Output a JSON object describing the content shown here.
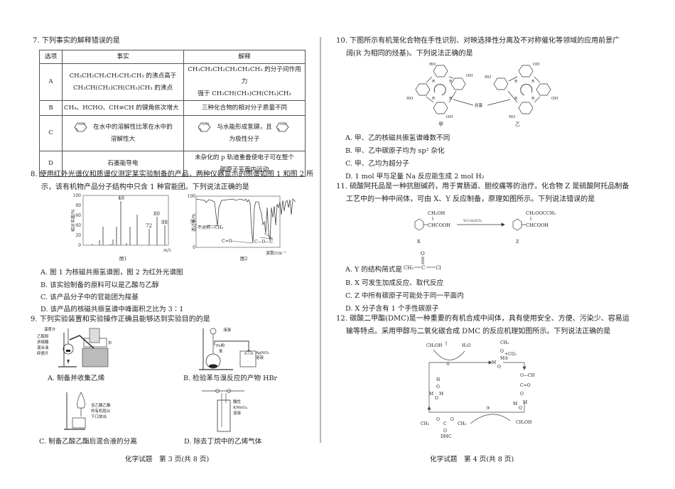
{
  "left_page": {
    "q7": {
      "stem": "7. 下列事实的解释错误的是",
      "table": {
        "headers": [
          "选项",
          "事实",
          "解释"
        ],
        "rows": [
          {
            "option": "A",
            "fact": [
              "CH₃CH₂CH₂CH₂CH₂CH₃ 的沸点高于",
              "CH₃CH(CH₃)CH(CH₃)CH₃ 的沸点"
            ],
            "explanation": [
              "CH₃CH₂CH₂CH₂CH₂CH₃ 的分子间作用力",
              "强于 CH₃CH(CH₃)CH(CH₃)CH₃"
            ]
          },
          {
            "option": "B",
            "fact": [
              "CH₄、HCHO、CH≡CH 的键角依次增大"
            ],
            "explanation": [
              "三种化合物的相对分子质量不同"
            ]
          },
          {
            "option": "C",
            "fact": [
              "在水中的溶解性比苯在水中的",
              "溶解性大"
            ],
            "explanation": [
              "与水能形成氢键，且",
              "为极性分子"
            ]
          },
          {
            "option": "D",
            "fact": [
              "石墨能导电"
            ],
            "explanation": [
              "未杂化的 p 轨道重叠使电子可在整个",
              "碳原子平面内运动"
            ]
          }
        ]
      }
    },
    "q8": {
      "stem_line1": "8. 使用红外光谱仪和质谱仪测定某实验制备的产品，两种仪器显示的图谱如图 1 和图 2 所",
      "stem_line2": "示，该有机物产品分子结构中只含 1 种官能团。下列说法正确的是",
      "options": [
        "A. 图 1 为核磁共振氢谱图，图 2 为红外光谱图",
        "B. 该实验制备的原料可以是乙酸与乙醇",
        "C. 该产品分子中的官能团为羧基",
        "D. 该产品的核磁共振氢谱中峰面积之比为 3∶1"
      ]
    },
    "q9": {
      "stem": "9. 下列实验装置和实验操作正确且能够达到实验目的的是",
      "captions": {
        "A": "A. 制备并收集乙烯",
        "B": "B. 检验苯与溴反应的产物 HBr",
        "C": "C. 制备乙酸乙酯后混合液的分离",
        "D": "D. 除去丁烷中的乙烯气体"
      },
      "labels": {
        "A": [
          "温度计",
          "乙醇和",
          "浓硫酸",
          "混合液",
          "碎瓷片",
          "水"
        ],
        "B": [
          "液溴",
          "Fe粉",
          "苯",
          "AgNO₃",
          "溶液"
        ],
        "C": [
          "含乙酸乙酯",
          "的有机层从",
          "下口放出"
        ],
        "D": [
          "酸性",
          "KMnO₄",
          "溶液"
        ]
      }
    },
    "footer": "化学试题　第 3 页(共 8 页)"
  },
  "right_page": {
    "q10": {
      "stem_line1": "10. 下图所示有机笼化合物在手性识别、对映选择性分离及不对称催化等领域的应用前景广",
      "stem_line2": "阔(R 为相同的烃基)。下列说法正确的是",
      "figure_labels": {
        "left": "甲",
        "right": "乙",
        "center": "烃基",
        "substituent": "R",
        "group": "HO",
        "group2": "OH"
      },
      "options": [
        "A. 甲、乙的核磁共振氢谱峰数不同",
        "B. 甲、乙中碳原子均为 sp² 杂化",
        "C. 甲、乙均为超分子",
        "D. 1 mol 甲与足量 Na 反应能生成 2 mol H₂"
      ]
    },
    "q11": {
      "stem_line1": "11. 硫酸阿托品是一种抗胆碱药，用于胃肠道、胆绞痛等的治疗。化合物 Z 是硫酸阿托品制备",
      "stem_line2": "工艺中的一种中间体，可由 X、Y 反应制备，原理如图所示。下列说法错误的是",
      "scheme": {
        "x_top": "CH₂OH",
        "x_main": "CHCOOH",
        "x_label": "X",
        "reagent": "Y(C₂H₃OCl)",
        "z_top": "CH₂OOCCH₃",
        "z_main": "CHCOOH",
        "z_label": "Z"
      },
      "option_a_prefix": "A. Y 的结构简式是",
      "option_a_formula": {
        "o": "O",
        "ch3": "CH₃",
        "c": "C",
        "cl": "Cl"
      },
      "options": [
        "B. X 可发生加成反应、取代反应",
        "C. Z 中所有碳原子可能处于同一平面内",
        "D. X 分子含有 1 个手性碳原子"
      ]
    },
    "q12": {
      "stem_line1": "12. 碳酸二甲酯(DMC)是一种重要的有机合成中间体，具有使用安全、方便、污染少、容易运",
      "stem_line2": "输等特点。采用甲醇与二氧化碳合成 DMC 的反应机理如图所示。下列说法正确的是",
      "mechanism": {
        "methanol": "CH₃OH",
        "water": "H₂O",
        "co2": "+CO₂",
        "step1": "①",
        "step2": "②",
        "step3": "③",
        "metal": "M",
        "oxygen": "O",
        "hydrogen": "H",
        "methyl": "CH₃",
        "carbon": "C",
        "product": "DMC"
      }
    },
    "footer": "化学试题　第 4 页(共 8 页)"
  },
  "chart_data": [
    {
      "type": "bar",
      "title": "图1",
      "xlabel": "m/z",
      "ylabel": "相对丰度/%",
      "ylim": [
        0,
        100
      ],
      "yticks": [
        0,
        20,
        40,
        60,
        80,
        100
      ],
      "labeled_peaks": [
        {
          "mz": "40",
          "value": 88
        },
        {
          "mz": "72",
          "value": 33
        },
        {
          "mz": "80",
          "value": 57
        },
        {
          "mz": "88",
          "value": 40
        }
      ],
      "values": [
        2,
        10,
        37,
        3,
        12,
        37,
        88,
        4,
        37,
        62,
        33,
        57,
        40
      ]
    },
    {
      "type": "line",
      "title": "图2",
      "xlabel": "波数/cm⁻¹",
      "ylabel": "透过率/%",
      "ylim": [
        0,
        100
      ],
      "yticks": [
        0,
        50,
        100
      ],
      "annotations": [
        "不对称—CH₃",
        "C=O",
        "C—O—C"
      ]
    }
  ]
}
